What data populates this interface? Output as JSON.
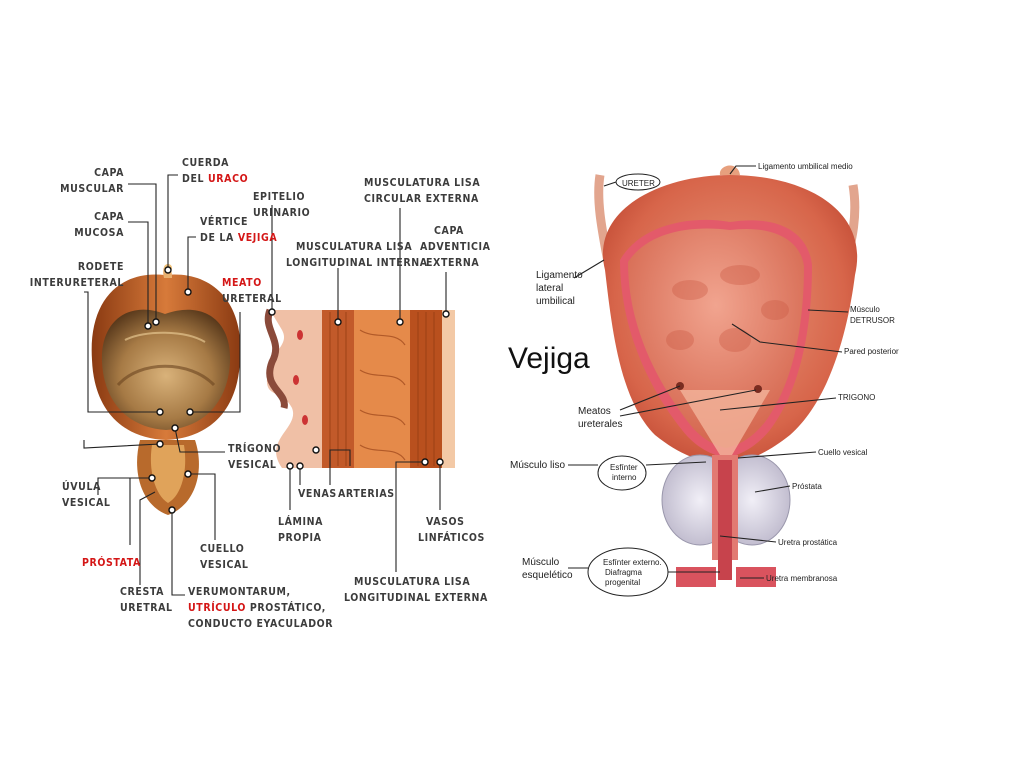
{
  "left_labels": {
    "capa_muscular": [
      "CAPA",
      "MUSCULAR"
    ],
    "cuerda_uraco_1": "CUERDA",
    "cuerda_uraco_2a": "DEL ",
    "cuerda_uraco_2b": "URACO",
    "capa_mucosa": [
      "CAPA",
      "MUCOSA"
    ],
    "vertice_1": "VÉRTICE",
    "vertice_2a": "DE LA ",
    "vertice_2b": "VEJIGA",
    "rodete": [
      "RODETE",
      "INTERURETERAL"
    ],
    "meato_1": "MEATO",
    "meato_2": "URETERAL",
    "trigono": [
      "TRÍGONO",
      "VESICAL"
    ],
    "uvula": [
      "ÚVULA",
      "VESICAL"
    ],
    "prostata": "PRÓSTATA",
    "cuello": [
      "CUELLO",
      "VESICAL"
    ],
    "cresta": [
      "CRESTA",
      "URETRAL"
    ],
    "verumontanum_1": "VERUMONTARUM,",
    "verumontanum_2a": "UTRÍCULO",
    "verumontanum_2b": " PROSTÁTICO,",
    "verumontanum_3": "CONDUCTO EYACULADOR"
  },
  "wall_labels": {
    "epitelio": [
      "EPITELIO",
      "URINARIO"
    ],
    "musc_circular": [
      "MUSCULATURA LISA",
      "CIRCULAR EXTERNA"
    ],
    "musc_long_int": [
      "MUSCULATURA LISA",
      "LONGITUDINAL INTERNA"
    ],
    "adventicia": [
      "CAPA",
      "ADVENTICIA",
      "EXTERNA"
    ],
    "venas": "VENAS",
    "arterias": "ARTERIAS",
    "lamina": [
      "LÁMINA",
      "PROPIA"
    ],
    "vasos": [
      "VASOS",
      "LINFÁTICOS"
    ],
    "musc_long_ext": [
      "MUSCULATURA LISA",
      "LONGITUDINAL EXTERNA"
    ]
  },
  "right_labels": {
    "title": "Vejiga",
    "ureter": "URETER",
    "lig_umb_medio": "Ligamento umbilical medio",
    "lig_lateral": [
      "Ligamento",
      "lateral",
      "umbilical"
    ],
    "musculo_detrusor": [
      "Músculo",
      "DETRUSOR"
    ],
    "pared_posterior": "Pared posterior",
    "meatos": [
      "Meatos",
      "ureterales"
    ],
    "trigono": "TRIGONO",
    "musculo_liso": "Músculo liso",
    "esfinter_interno": [
      "Esfínter",
      "interno"
    ],
    "cuello_vesical": "Cuello vesical",
    "prostata": "Próstata",
    "uretra_prostatica": "Uretra prostática",
    "musculo_esqueletico": [
      "Músculo",
      "esquelético"
    ],
    "esfinter_externo": [
      "Esfínter externo.",
      "Diafragma",
      "progenital"
    ],
    "uretra_membranosa": "Uretra membranosa"
  },
  "colors": {
    "accent_red": "#d41616",
    "tissue": "#c8552a"
  }
}
